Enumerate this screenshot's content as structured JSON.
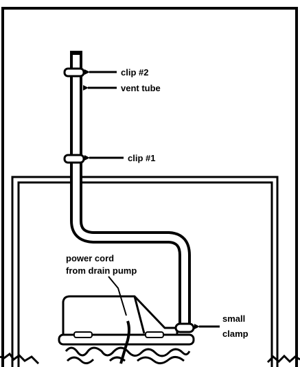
{
  "labels": {
    "clip2": "clip #2",
    "vent_tube": "vent tube",
    "clip1": "clip #1",
    "power_cord_line1": "power cord",
    "power_cord_line2": "from drain pump",
    "small_clamp_line1": "small",
    "small_clamp_line2": "clamp"
  },
  "colors": {
    "ink": "#000000",
    "paper": "#ffffff"
  }
}
